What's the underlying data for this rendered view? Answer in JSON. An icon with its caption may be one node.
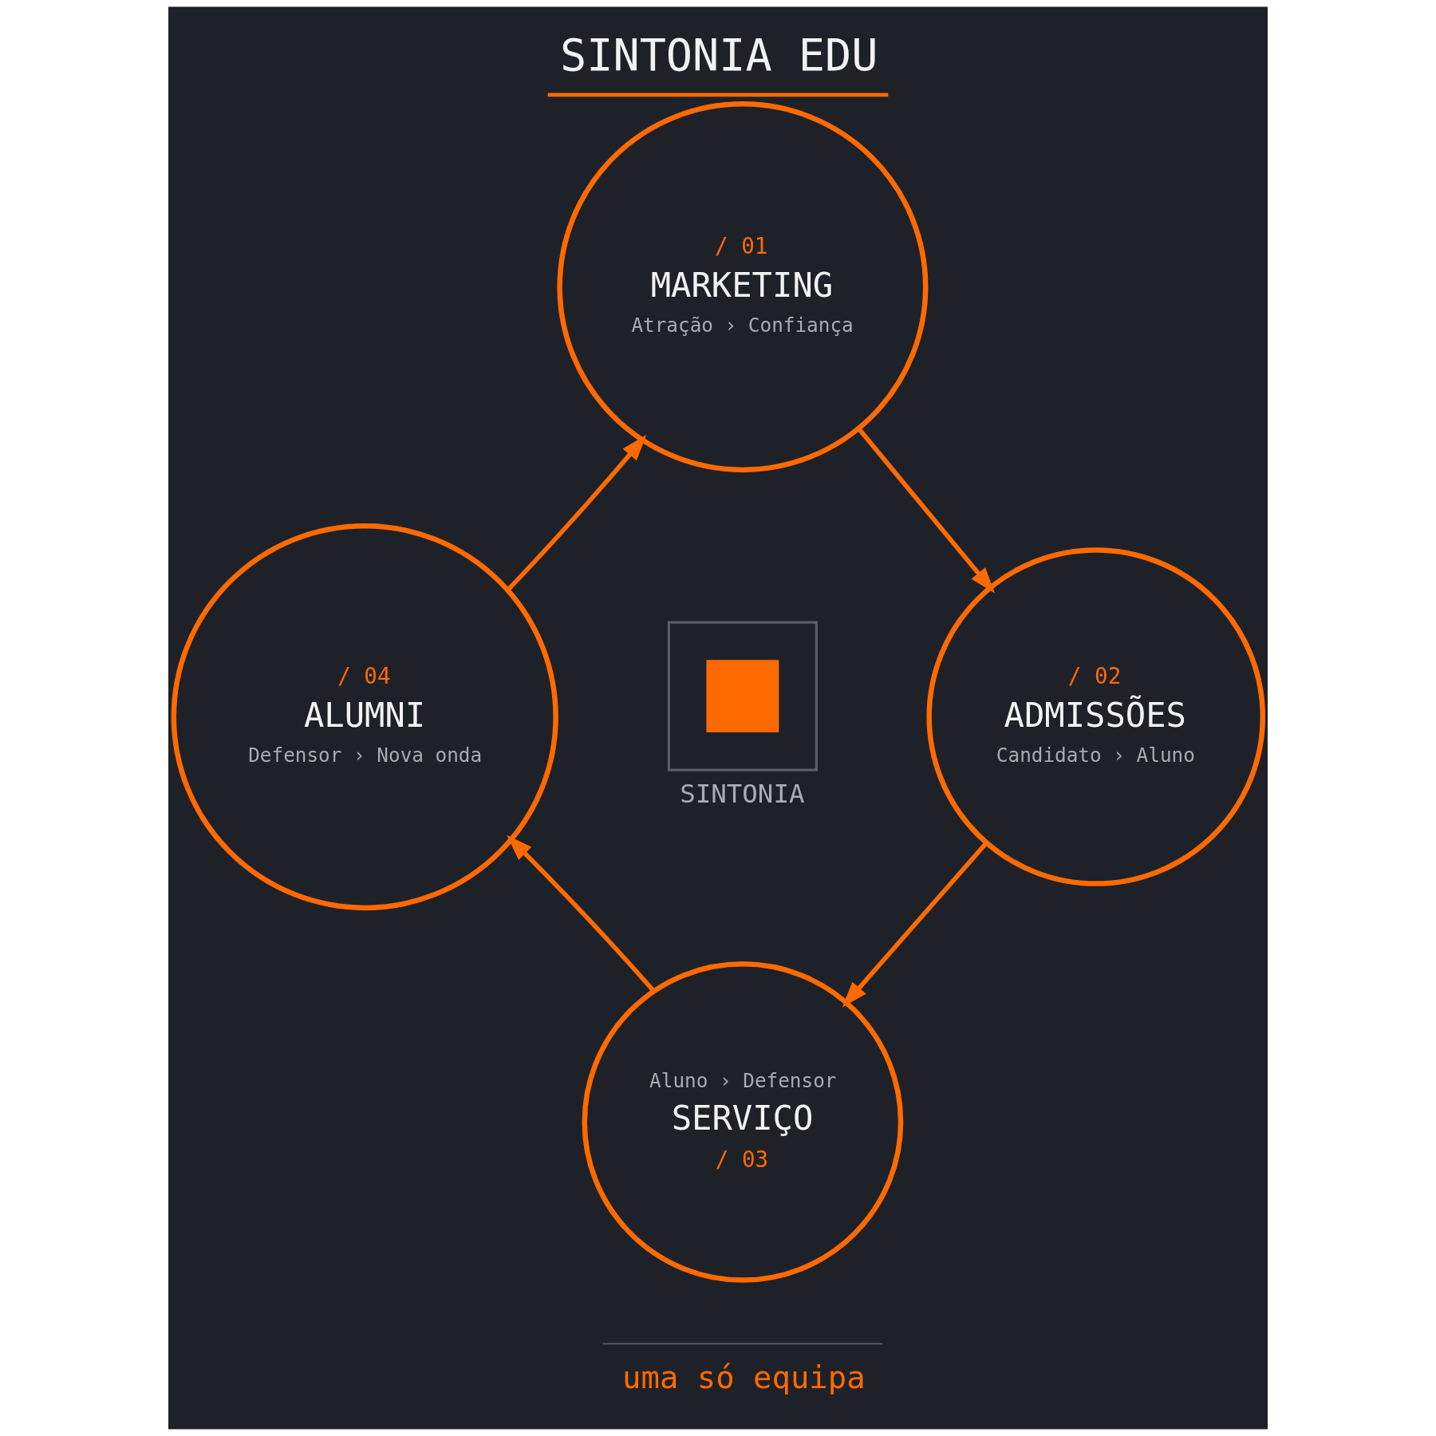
{
  "diagram": {
    "title": "SINTONIA EDU",
    "caption": "uma só equipa",
    "nodes": [
      {
        "text": [
          "/ 01",
          "MARKETING",
          "Atração › Confiança"
        ]
      },
      {
        "text": [
          "/ 02",
          "ADMISSÕES",
          "Candidato › Aluno"
        ]
      },
      {
        "text": [
          "Aluno › Defensor",
          "SERVIÇO",
          "/ 03"
        ]
      },
      {
        "text": [
          "/ 04",
          "ALUMNI",
          "Defensor › Nova onda"
        ]
      },
      {
        "text": [
          "SINTONIA"
        ]
      }
    ],
    "edges": [
      {
        "from": 0,
        "to": 1,
        "arrow": "to"
      },
      {
        "from": 1,
        "to": 2,
        "arrow": "to"
      },
      {
        "from": 2,
        "to": 3,
        "arrow": "to"
      },
      {
        "from": 3,
        "to": 0,
        "arrow": "to"
      }
    ]
  }
}
